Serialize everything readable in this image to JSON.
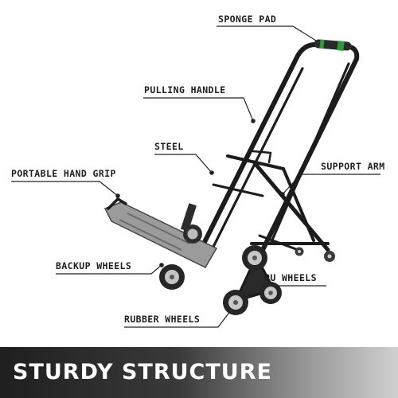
{
  "labels": {
    "sponge_pad": "SPONGE PAD",
    "pulling_handle": "PULLING HANDLE",
    "steel": "STEEL",
    "support_arm": "SUPPORT ARM",
    "portable_hand_grip": "PORTABLE HAND GRIP",
    "backup_wheels": "BACKUP WHEELS",
    "pu_wheels": "PU WHEELS",
    "rubber_wheels": "RUBBER WHEELS"
  },
  "banner": {
    "title": "STURDY STRUCTURE"
  },
  "colors": {
    "frame": "#1c1c1c",
    "grip_accent": "#2f9a3a",
    "leader": "#222222",
    "banner_dark": "#1f1f1f",
    "banner_light": "#d0d0d0"
  }
}
